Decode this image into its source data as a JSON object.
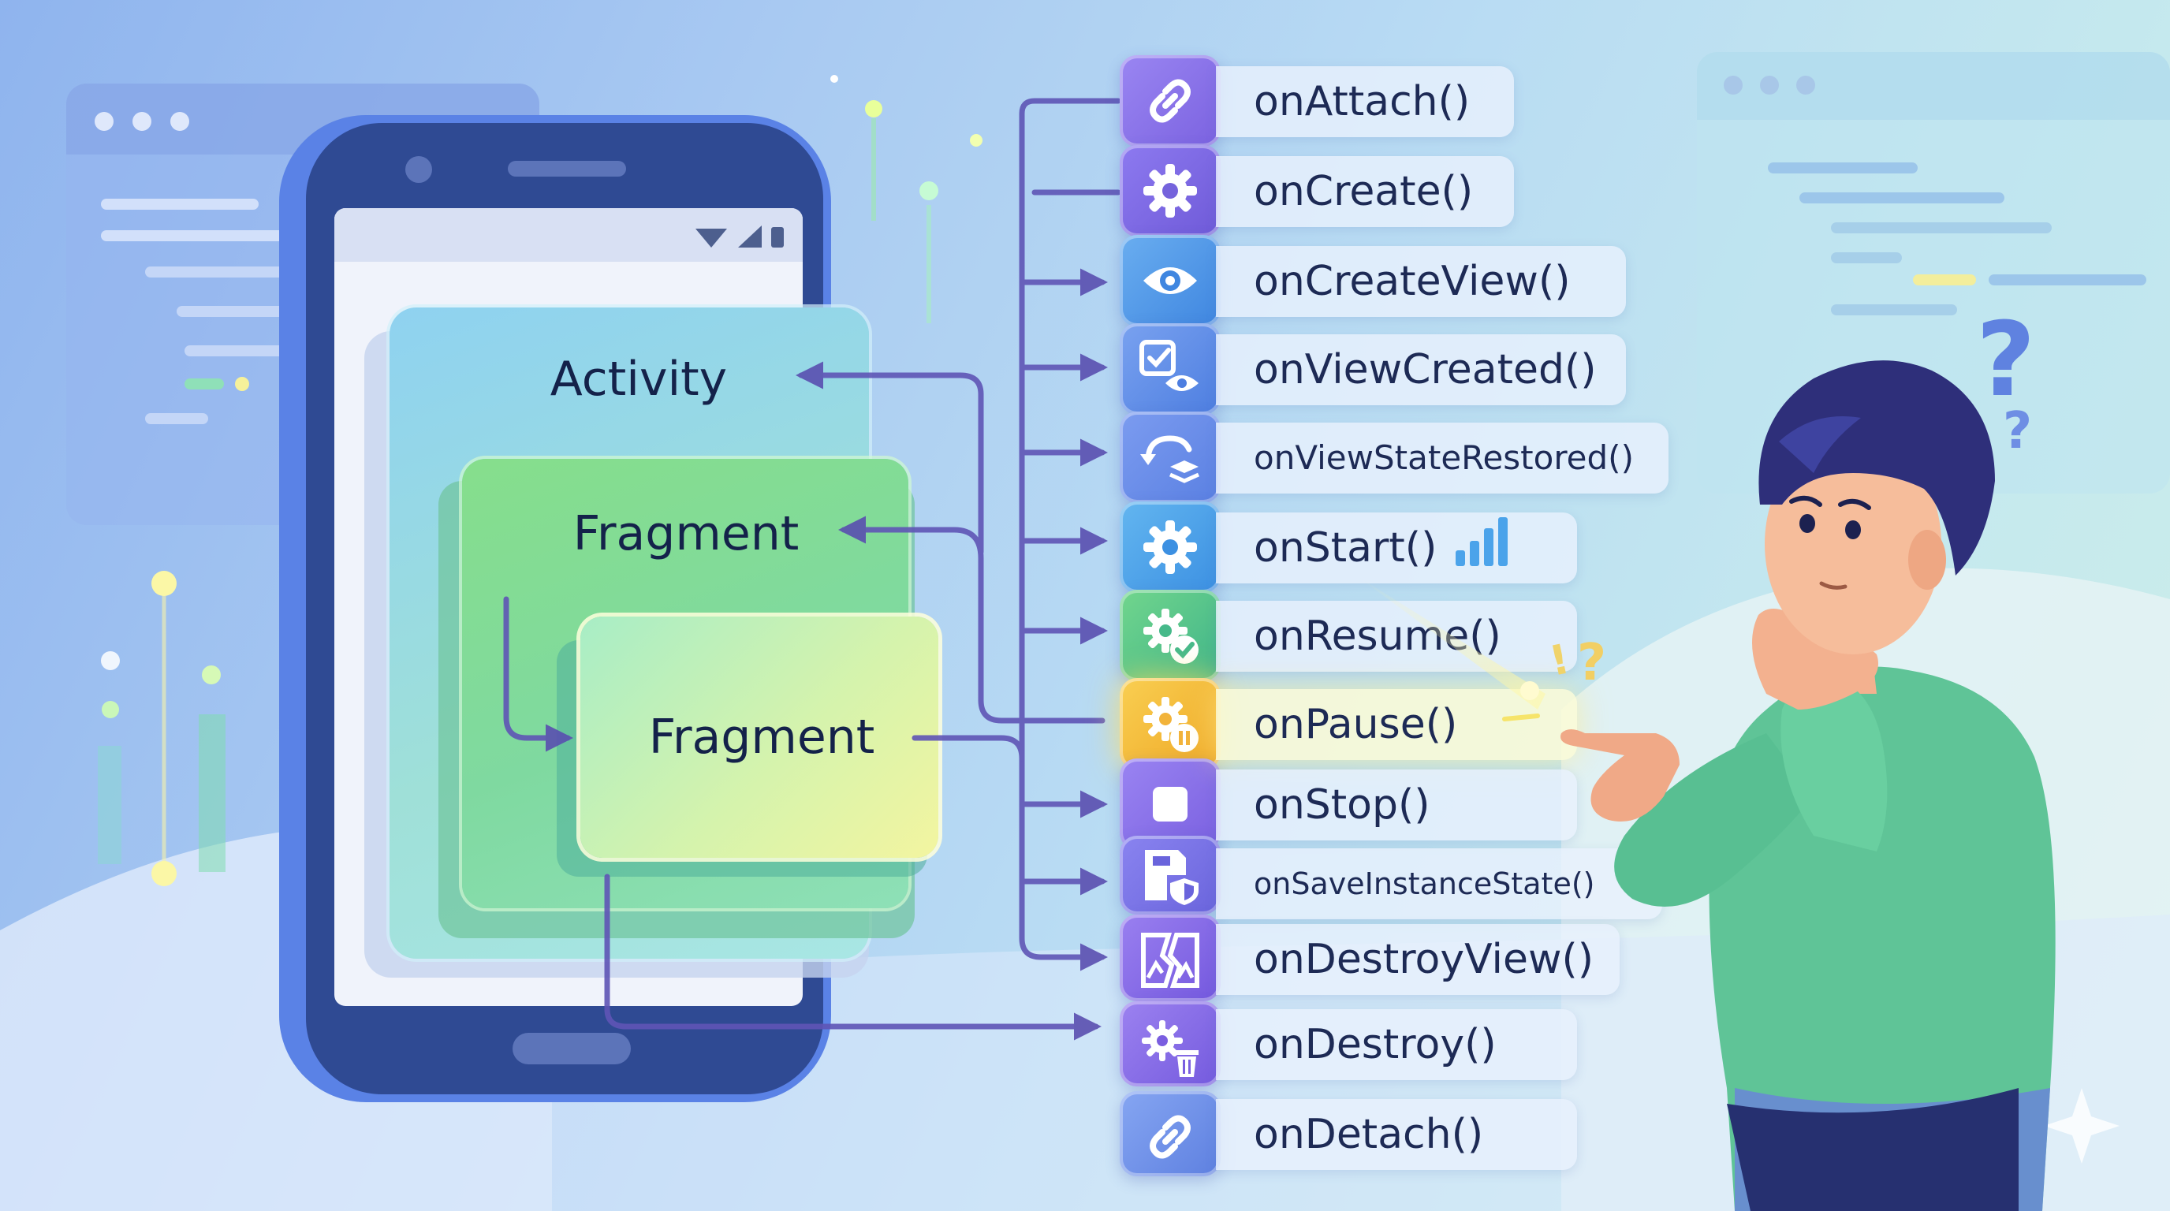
{
  "diagram": {
    "boxes": {
      "activity": "Activity",
      "fragment_outer": "Fragment",
      "fragment_inner": "Fragment"
    },
    "lifecycle": [
      {
        "label": "onAttach()",
        "icon": "link-icon",
        "color": "#8a6ee8"
      },
      {
        "label": "onCreate()",
        "icon": "gear-icon",
        "color": "#7b67e4"
      },
      {
        "label": "onCreateView()",
        "icon": "eye-icon",
        "color": "#4f94e8"
      },
      {
        "label": "onViewCreated()",
        "icon": "check-eye-icon",
        "color": "#5b86e6"
      },
      {
        "label": "onViewStateRestored()",
        "icon": "restore-layers-icon",
        "color": "#5d8ee8"
      },
      {
        "label": "onStart()",
        "icon": "gear-icon",
        "color": "#46a6ea"
      },
      {
        "label": "onResume()",
        "icon": "gear-check-icon",
        "color": "#4cc08a"
      },
      {
        "label": "onPause()",
        "icon": "gear-pause-icon",
        "color": "#f2b83a"
      },
      {
        "label": "onStop()",
        "icon": "stop-icon",
        "color": "#8b6fe6"
      },
      {
        "label": "onSaveInstanceState()",
        "icon": "save-shield-icon",
        "color": "#7a6ee4"
      },
      {
        "label": "onDestroyView()",
        "icon": "broken-image-icon",
        "color": "#8a6ae6"
      },
      {
        "label": "onDestroy()",
        "icon": "gear-trash-icon",
        "color": "#8668e2"
      },
      {
        "label": "onDetach()",
        "icon": "link-icon",
        "color": "#6e86e6"
      }
    ],
    "decorations": {
      "question_marks": [
        "?",
        "?",
        "!",
        "?"
      ],
      "start_bars_icon": "signal-bars-icon"
    }
  }
}
